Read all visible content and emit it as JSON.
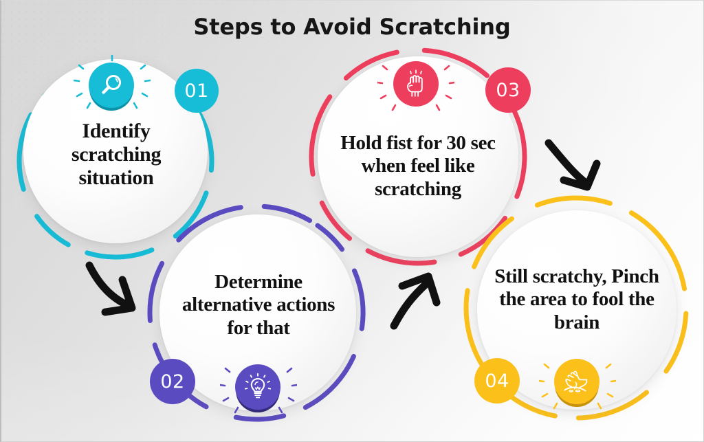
{
  "page": {
    "title": "Steps to Avoid Scratching",
    "background_top_left": "#d7d7d7",
    "background_bottom_right": "#ffffff",
    "arrow_color": "#111111"
  },
  "steps": [
    {
      "number": "01",
      "text": "Identify scratching situation",
      "color": "#17BCD6",
      "icon": "magnifier-icon",
      "icon_position": "top",
      "badge_position": "top-right"
    },
    {
      "number": "02",
      "text": "Determine alternative actions for that",
      "color": "#5A4BC0",
      "icon": "lightbulb-icon",
      "icon_position": "bottom",
      "badge_position": "bottom-left"
    },
    {
      "number": "03",
      "text": "Hold fist for 30 sec when feel like scratching",
      "color": "#EE3E5D",
      "icon": "raised-fist-icon",
      "icon_position": "top",
      "badge_position": "top-right"
    },
    {
      "number": "04",
      "text": "Still scratchy, Pinch the area to fool the brain",
      "color": "#FBC01A",
      "icon": "pinch-hand-icon",
      "icon_position": "bottom",
      "badge_position": "bottom-left"
    }
  ],
  "arrows": [
    {
      "name": "arrow-step1-to-step2",
      "direction": "down-right"
    },
    {
      "name": "arrow-step2-to-step3",
      "direction": "up-right"
    },
    {
      "name": "arrow-step3-to-step4",
      "direction": "down-right"
    }
  ]
}
